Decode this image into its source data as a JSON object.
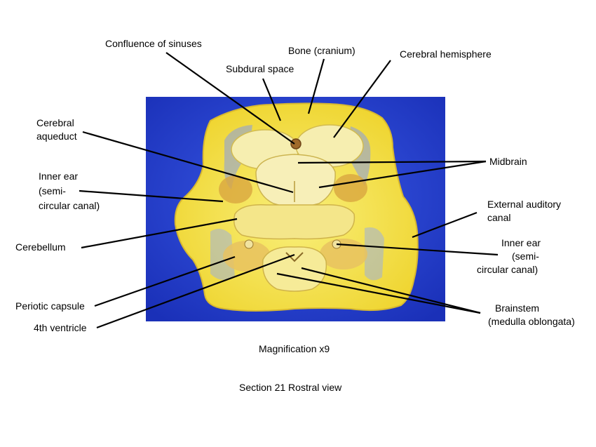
{
  "labels": {
    "confluence": "Confluence of sinuses",
    "subdural": "Subdural space",
    "bone": "Bone (cranium)",
    "hemisphere": "Cerebral hemisphere",
    "aqueduct_1": "Cerebral",
    "aqueduct_2": "aqueduct",
    "midbrain": "Midbrain",
    "inner_ear_left_1": "Inner ear",
    "inner_ear_left_2": "(semi-",
    "inner_ear_left_3": "circular canal)",
    "ext_auditory_1": "External auditory",
    "ext_auditory_2": "canal",
    "cerebellum": "Cerebellum",
    "inner_ear_right_1": "Inner ear",
    "inner_ear_right_2": "(semi-",
    "inner_ear_right_3": "circular canal)",
    "periotic": "Periotic capsule",
    "brainstem_1": "Brainstem",
    "brainstem_2": "(medulla oblongata)",
    "ventricle": "4th ventricle"
  },
  "captions": {
    "magnification": "Magnification x9",
    "section": "Section 21 Rostral view"
  },
  "colors": {
    "background_panel": "#1f3fd0",
    "tissue_yellow": "#f6e64a",
    "tissue_pale": "#f3e7a0",
    "tissue_orange": "#d9a640"
  }
}
